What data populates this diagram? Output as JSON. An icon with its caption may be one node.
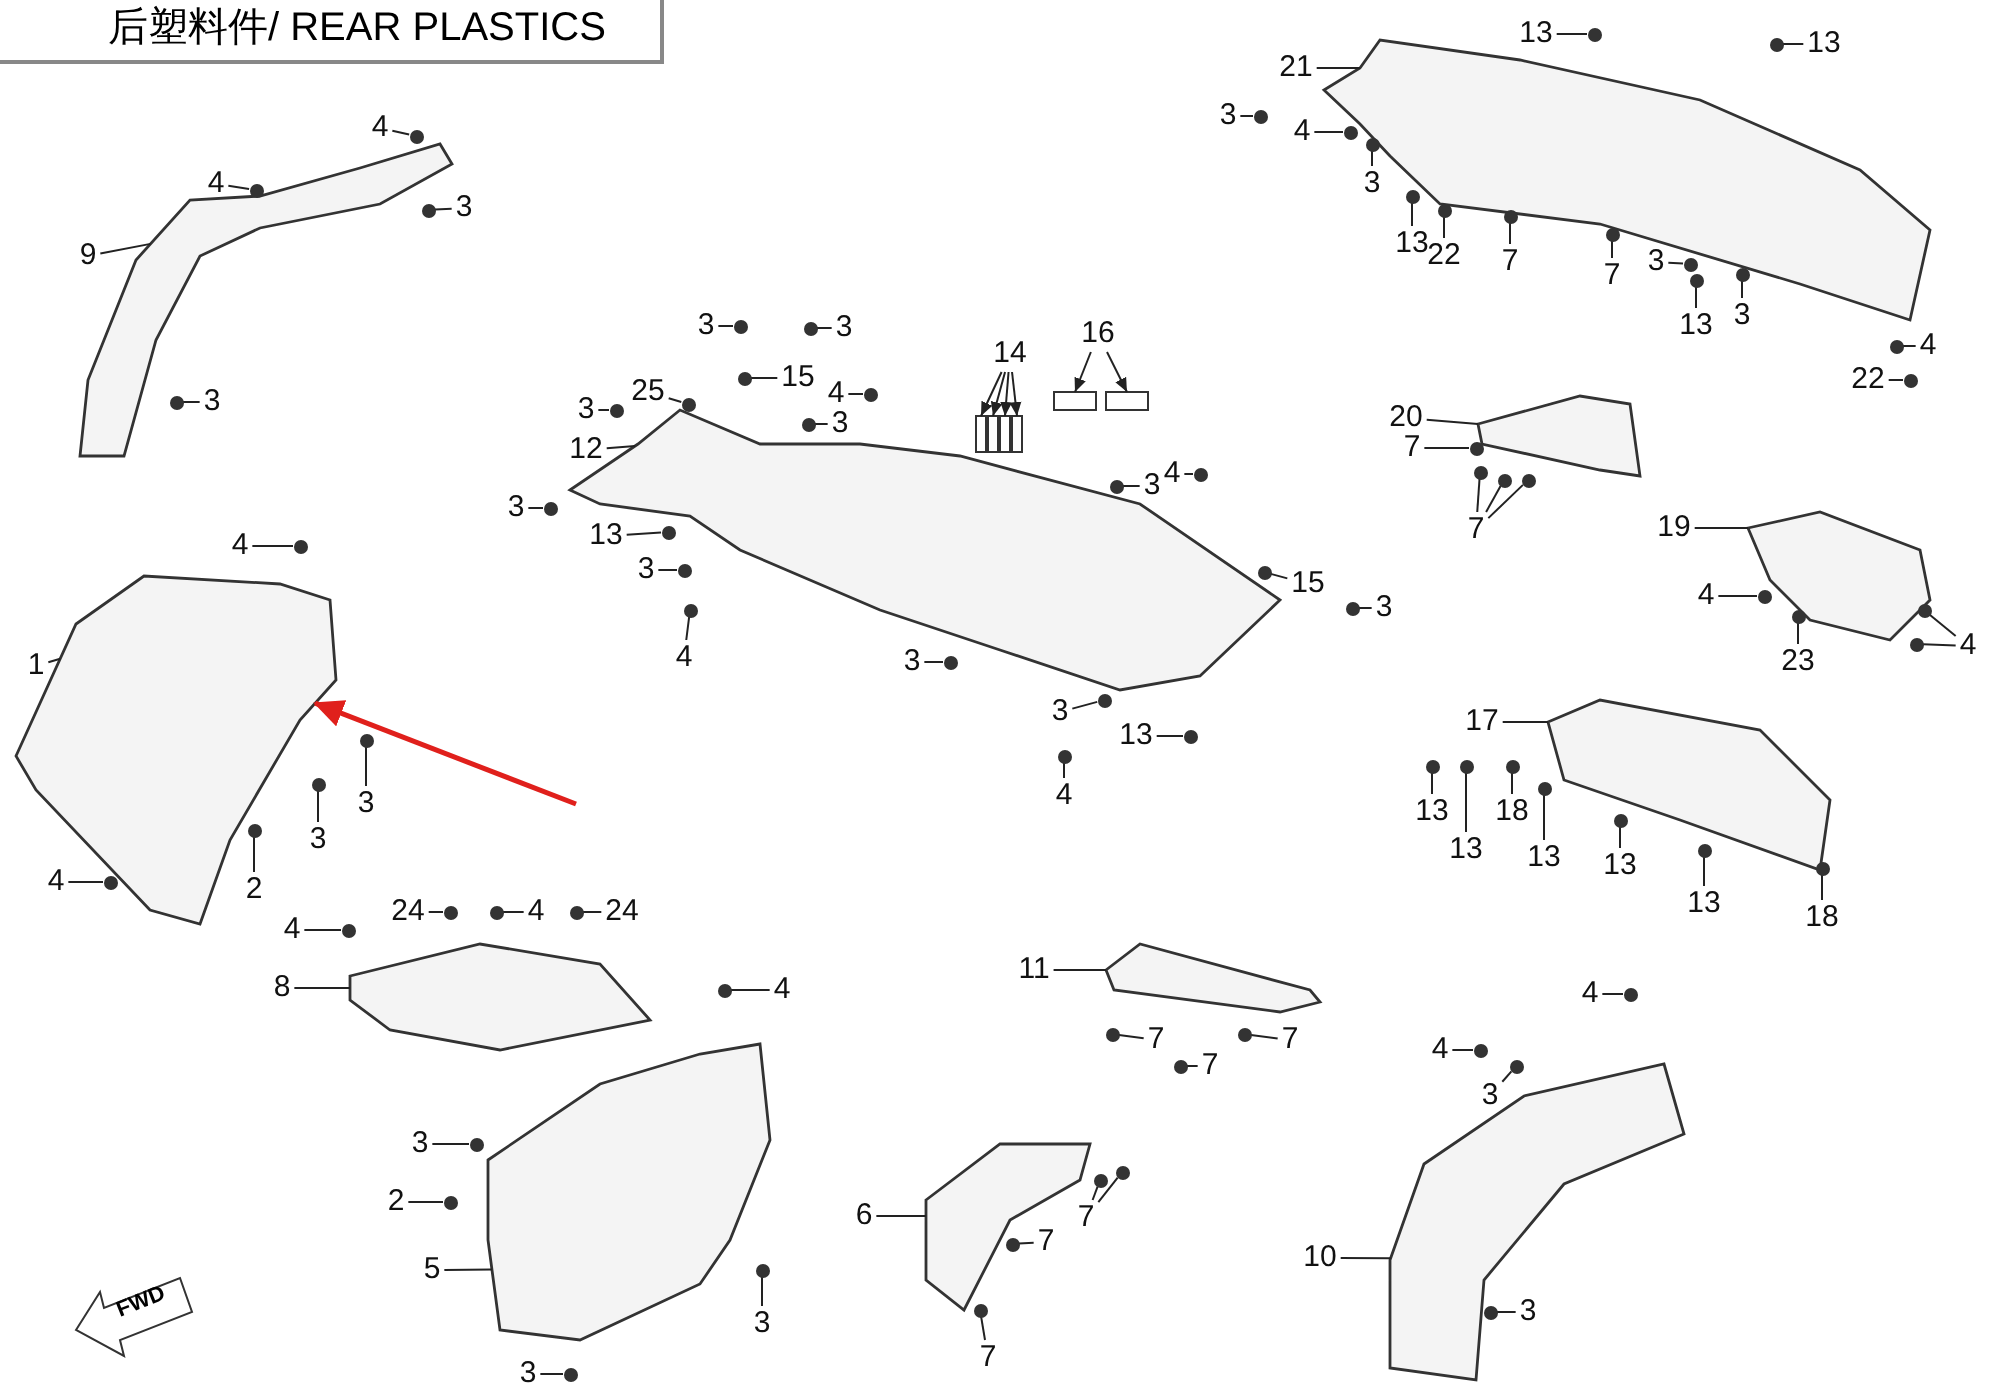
{
  "diagram": {
    "title": "后塑料件/ REAR PLASTICS",
    "nodes": [
      {
        "text": [
          "4"
        ]
      },
      {
        "text": [
          "4"
        ]
      },
      {
        "text": [
          "3"
        ]
      },
      {
        "text": [
          "9"
        ]
      },
      {
        "text": [
          "3"
        ]
      },
      {
        "text": [
          "4"
        ]
      },
      {
        "text": [
          "1"
        ]
      },
      {
        "text": [
          "3"
        ]
      },
      {
        "text": [
          "3"
        ]
      },
      {
        "text": [
          "2"
        ]
      },
      {
        "text": [
          "4"
        ]
      },
      {
        "text": [
          "3"
        ]
      },
      {
        "text": [
          "3"
        ]
      },
      {
        "text": [
          "25"
        ]
      },
      {
        "text": [
          "15"
        ]
      },
      {
        "text": [
          "4"
        ]
      },
      {
        "text": [
          "3"
        ]
      },
      {
        "text": [
          "3"
        ]
      },
      {
        "text": [
          "12"
        ]
      },
      {
        "text": [
          "14"
        ]
      },
      {
        "text": [
          "16"
        ]
      },
      {
        "text": [
          "3"
        ]
      },
      {
        "text": [
          "4"
        ]
      },
      {
        "text": [
          "3"
        ]
      },
      {
        "text": [
          "13"
        ]
      },
      {
        "text": [
          "3"
        ]
      },
      {
        "text": [
          "4"
        ]
      },
      {
        "text": [
          "15"
        ]
      },
      {
        "text": [
          "3"
        ]
      },
      {
        "text": [
          "3"
        ]
      },
      {
        "text": [
          "3"
        ]
      },
      {
        "text": [
          "13"
        ]
      },
      {
        "text": [
          "4"
        ]
      },
      {
        "text": [
          "13"
        ]
      },
      {
        "text": [
          "13"
        ]
      },
      {
        "text": [
          "21"
        ]
      },
      {
        "text": [
          "3"
        ]
      },
      {
        "text": [
          "4"
        ]
      },
      {
        "text": [
          "3"
        ]
      },
      {
        "text": [
          "13"
        ]
      },
      {
        "text": [
          "22"
        ]
      },
      {
        "text": [
          "7"
        ]
      },
      {
        "text": [
          "7"
        ]
      },
      {
        "text": [
          "3"
        ]
      },
      {
        "text": [
          "13"
        ]
      },
      {
        "text": [
          "3"
        ]
      },
      {
        "text": [
          "4"
        ]
      },
      {
        "text": [
          "22"
        ]
      },
      {
        "text": [
          "20"
        ]
      },
      {
        "text": [
          "7"
        ]
      },
      {
        "text": [
          "7"
        ]
      },
      {
        "text": [
          "19"
        ]
      },
      {
        "text": [
          "4"
        ]
      },
      {
        "text": [
          "23"
        ]
      },
      {
        "text": [
          "4"
        ]
      },
      {
        "text": [
          "17"
        ]
      },
      {
        "text": [
          "13"
        ]
      },
      {
        "text": [
          "13"
        ]
      },
      {
        "text": [
          "18"
        ]
      },
      {
        "text": [
          "13"
        ]
      },
      {
        "text": [
          "13"
        ]
      },
      {
        "text": [
          "13"
        ]
      },
      {
        "text": [
          "18"
        ]
      },
      {
        "text": [
          "4"
        ]
      },
      {
        "text": [
          "24"
        ]
      },
      {
        "text": [
          "4"
        ]
      },
      {
        "text": [
          "24"
        ]
      },
      {
        "text": [
          "8"
        ]
      },
      {
        "text": [
          "4"
        ]
      },
      {
        "text": [
          "3"
        ]
      },
      {
        "text": [
          "2"
        ]
      },
      {
        "text": [
          "5"
        ]
      },
      {
        "text": [
          "3"
        ]
      },
      {
        "text": [
          "3"
        ]
      },
      {
        "text": [
          "11"
        ]
      },
      {
        "text": [
          "7"
        ]
      },
      {
        "text": [
          "7"
        ]
      },
      {
        "text": [
          "7"
        ]
      },
      {
        "text": [
          "6"
        ]
      },
      {
        "text": [
          "7"
        ]
      },
      {
        "text": [
          "7"
        ]
      },
      {
        "text": [
          "7"
        ]
      },
      {
        "text": [
          "4"
        ]
      },
      {
        "text": [
          "4"
        ]
      },
      {
        "text": [
          "3"
        ]
      },
      {
        "text": [
          "10"
        ]
      },
      {
        "text": [
          "3"
        ]
      },
      {
        "text": [],
        "shape": "picture"
      },
      {
        "text": [],
        "shape": "picture"
      },
      {
        "text": [],
        "shape": "picture"
      },
      {
        "text": [],
        "shape": "picture"
      },
      {
        "text": [],
        "shape": "picture"
      },
      {
        "text": [],
        "shape": "picture"
      },
      {
        "text": [],
        "shape": "picture"
      },
      {
        "text": [],
        "shape": "picture"
      },
      {
        "text": [],
        "shape": "picture"
      },
      {
        "text": [],
        "shape": "picture"
      },
      {
        "text": [],
        "shape": "picture"
      },
      {
        "text": [],
        "shape": "picture"
      },
      {
        "text": [],
        "shape": "box"
      },
      {
        "text": [],
        "shape": "box"
      },
      {
        "text": [],
        "shape": "box"
      },
      {
        "text": [],
        "shape": "box"
      },
      {
        "text": [],
        "shape": "box"
      },
      {
        "text": [],
        "shape": "box"
      },
      {
        "text": [],
        "shape": "circle"
      },
      {
        "text": [],
        "shape": "circle"
      },
      {
        "text": [],
        "shape": "circle"
      },
      {
        "text": [],
        "shape": "circle"
      },
      {
        "text": [],
        "shape": "circle"
      },
      {
        "text": [],
        "shape": "circle"
      },
      {
        "text": [],
        "shape": "circle"
      },
      {
        "text": [],
        "shape": "circle"
      },
      {
        "text": [],
        "shape": "circle"
      },
      {
        "text": [],
        "shape": "circle"
      },
      {
        "text": [],
        "shape": "circle"
      },
      {
        "text": [],
        "shape": "circle"
      },
      {
        "text": [],
        "shape": "circle"
      },
      {
        "text": [],
        "shape": "circle"
      },
      {
        "text": [],
        "shape": "circle"
      },
      {
        "text": [],
        "shape": "circle"
      },
      {
        "text": [],
        "shape": "circle"
      },
      {
        "text": [],
        "shape": "circle"
      },
      {
        "text": [],
        "shape": "circle"
      },
      {
        "text": [],
        "shape": "circle"
      },
      {
        "text": [],
        "shape": "circle"
      },
      {
        "text": [],
        "shape": "circle"
      },
      {
        "text": [],
        "shape": "circle"
      },
      {
        "text": [],
        "shape": "circle"
      },
      {
        "text": [],
        "shape": "circle"
      },
      {
        "text": [],
        "shape": "circle"
      },
      {
        "text": [],
        "shape": "circle"
      },
      {
        "text": [],
        "shape": "circle"
      },
      {
        "text": [],
        "shape": "circle"
      },
      {
        "text": [],
        "shape": "circle"
      },
      {
        "text": [],
        "shape": "circle"
      },
      {
        "text": [],
        "shape": "circle"
      },
      {
        "text": [],
        "shape": "circle"
      },
      {
        "text": [],
        "shape": "circle"
      },
      {
        "text": [],
        "shape": "circle"
      },
      {
        "text": [],
        "shape": "circle"
      },
      {
        "text": [],
        "shape": "circle"
      },
      {
        "text": [],
        "shape": "circle"
      },
      {
        "text": [],
        "shape": "circle"
      },
      {
        "text": [],
        "shape": "circle"
      },
      {
        "text": [],
        "shape": "circle"
      },
      {
        "text": [],
        "shape": "circle"
      },
      {
        "text": [],
        "shape": "circle"
      },
      {
        "text": [],
        "shape": "circle"
      },
      {
        "text": [],
        "shape": "circle"
      },
      {
        "text": [],
        "shape": "circle"
      },
      {
        "text": [],
        "shape": "circle"
      },
      {
        "text": [],
        "shape": "circle"
      },
      {
        "text": [],
        "shape": "circle"
      },
      {
        "text": [],
        "shape": "circle"
      },
      {
        "text": [],
        "shape": "circle"
      },
      {
        "text": [],
        "shape": "circle"
      },
      {
        "text": [],
        "shape": "circle"
      },
      {
        "text": [],
        "shape": "circle"
      },
      {
        "text": [],
        "shape": "circle"
      },
      {
        "text": [],
        "shape": "circle"
      },
      {
        "text": [],
        "shape": "circle"
      },
      {
        "text": [],
        "shape": "circle"
      },
      {
        "text": [],
        "shape": "circle"
      },
      {
        "text": [],
        "shape": "circle"
      },
      {
        "text": [],
        "shape": "circle"
      },
      {
        "text": [],
        "shape": "circle"
      },
      {
        "text": [],
        "shape": "circle"
      },
      {
        "text": [],
        "shape": "circle"
      },
      {
        "text": [],
        "shape": "circle"
      },
      {
        "text": [],
        "shape": "circle"
      },
      {
        "text": [],
        "shape": "circle"
      },
      {
        "text": [],
        "shape": "circle"
      },
      {
        "text": [],
        "shape": "circle"
      },
      {
        "text": [],
        "shape": "circle"
      },
      {
        "text": [],
        "shape": "circle"
      },
      {
        "text": [],
        "shape": "circle"
      },
      {
        "text": [],
        "shape": "circle"
      },
      {
        "text": [],
        "shape": "circle"
      },
      {
        "text": [],
        "shape": "circle"
      },
      {
        "text": [],
        "shape": "circle"
      },
      {
        "text": [],
        "shape": "circle"
      }
    ],
    "edges": [
      {
        "from": 0,
        "to": 105,
        "arrow": "none"
      },
      {
        "from": 1,
        "to": 106,
        "arrow": "none"
      },
      {
        "from": 2,
        "to": 107,
        "arrow": "none"
      },
      {
        "from": 3,
        "to": 87,
        "arrow": "none"
      },
      {
        "from": 4,
        "to": 108,
        "arrow": "none"
      },
      {
        "from": 5,
        "to": 109,
        "arrow": "none"
      },
      {
        "from": 6,
        "to": 88,
        "arrow": "none"
      },
      {
        "from": 7,
        "to": 110,
        "arrow": "none"
      },
      {
        "from": 8,
        "to": 111,
        "arrow": "none"
      },
      {
        "from": 9,
        "to": 112,
        "arrow": "none"
      },
      {
        "from": 10,
        "to": 113,
        "arrow": "none"
      },
      {
        "from": 11,
        "to": 114,
        "arrow": "none"
      },
      {
        "from": 12,
        "to": 115,
        "arrow": "none"
      },
      {
        "from": 13,
        "to": 116,
        "arrow": "none"
      },
      {
        "from": 14,
        "to": 117,
        "arrow": "none"
      },
      {
        "from": 15,
        "to": 118,
        "arrow": "none"
      },
      {
        "from": 16,
        "to": 119,
        "arrow": "none"
      },
      {
        "from": 17,
        "to": 120,
        "arrow": "none"
      },
      {
        "from": 18,
        "to": 89,
        "arrow": "none"
      },
      {
        "from": 19,
        "to": 99,
        "arrow": "to"
      },
      {
        "from": 19,
        "to": 100,
        "arrow": "to"
      },
      {
        "from": 19,
        "to": 101,
        "arrow": "to"
      },
      {
        "from": 19,
        "to": 102,
        "arrow": "to"
      },
      {
        "from": 20,
        "to": 103,
        "arrow": "to"
      },
      {
        "from": 20,
        "to": 104,
        "arrow": "to"
      },
      {
        "from": 21,
        "to": 121,
        "arrow": "none"
      },
      {
        "from": 22,
        "to": 122,
        "arrow": "none"
      },
      {
        "from": 23,
        "to": 123,
        "arrow": "none"
      },
      {
        "from": 24,
        "to": 124,
        "arrow": "none"
      },
      {
        "from": 25,
        "to": 125,
        "arrow": "none"
      },
      {
        "from": 26,
        "to": 126,
        "arrow": "none"
      },
      {
        "from": 27,
        "to": 127,
        "arrow": "none"
      },
      {
        "from": 28,
        "to": 128,
        "arrow": "none"
      },
      {
        "from": 29,
        "to": 129,
        "arrow": "none"
      },
      {
        "from": 30,
        "to": 130,
        "arrow": "none"
      },
      {
        "from": 31,
        "to": 131,
        "arrow": "none"
      },
      {
        "from": 32,
        "to": 132,
        "arrow": "none"
      },
      {
        "from": 33,
        "to": 133,
        "arrow": "none"
      },
      {
        "from": 34,
        "to": 134,
        "arrow": "none"
      },
      {
        "from": 35,
        "to": 90,
        "arrow": "none"
      },
      {
        "from": 36,
        "to": 135,
        "arrow": "none"
      },
      {
        "from": 37,
        "to": 136,
        "arrow": "none"
      },
      {
        "from": 38,
        "to": 137,
        "arrow": "none"
      },
      {
        "from": 39,
        "to": 138,
        "arrow": "none"
      },
      {
        "from": 40,
        "to": 139,
        "arrow": "none"
      },
      {
        "from": 41,
        "to": 140,
        "arrow": "none"
      },
      {
        "from": 42,
        "to": 141,
        "arrow": "none"
      },
      {
        "from": 43,
        "to": 142,
        "arrow": "none"
      },
      {
        "from": 44,
        "to": 143,
        "arrow": "none"
      },
      {
        "from": 45,
        "to": 144,
        "arrow": "none"
      },
      {
        "from": 46,
        "to": 145,
        "arrow": "none"
      },
      {
        "from": 47,
        "to": 146,
        "arrow": "none"
      },
      {
        "from": 48,
        "to": 91,
        "arrow": "none"
      },
      {
        "from": 49,
        "to": 147,
        "arrow": "none"
      },
      {
        "from": 50,
        "to": 148,
        "arrow": "none"
      },
      {
        "from": 50,
        "to": 149,
        "arrow": "none"
      },
      {
        "from": 50,
        "to": 150,
        "arrow": "none"
      },
      {
        "from": 51,
        "to": 92,
        "arrow": "none"
      },
      {
        "from": 52,
        "to": 151,
        "arrow": "none"
      },
      {
        "from": 53,
        "to": 152,
        "arrow": "none"
      },
      {
        "from": 54,
        "to": 153,
        "arrow": "none"
      },
      {
        "from": 54,
        "to": 154,
        "arrow": "none"
      },
      {
        "from": 55,
        "to": 93,
        "arrow": "none"
      },
      {
        "from": 56,
        "to": 155,
        "arrow": "none"
      },
      {
        "from": 57,
        "to": 156,
        "arrow": "none"
      },
      {
        "from": 58,
        "to": 157,
        "arrow": "none"
      },
      {
        "from": 59,
        "to": 158,
        "arrow": "none"
      },
      {
        "from": 60,
        "to": 159,
        "arrow": "none"
      },
      {
        "from": 61,
        "to": 160,
        "arrow": "none"
      },
      {
        "from": 62,
        "to": 161,
        "arrow": "none"
      },
      {
        "from": 63,
        "to": 162,
        "arrow": "none"
      },
      {
        "from": 64,
        "to": 163,
        "arrow": "none"
      },
      {
        "from": 65,
        "to": 164,
        "arrow": "none"
      },
      {
        "from": 66,
        "to": 165,
        "arrow": "none"
      },
      {
        "from": 67,
        "to": 94,
        "arrow": "none"
      },
      {
        "from": 68,
        "to": 166,
        "arrow": "none"
      },
      {
        "from": 69,
        "to": 167,
        "arrow": "none"
      },
      {
        "from": 70,
        "to": 168,
        "arrow": "none"
      },
      {
        "from": 71,
        "to": 95,
        "arrow": "none"
      },
      {
        "from": 72,
        "to": 169,
        "arrow": "none"
      },
      {
        "from": 73,
        "to": 170,
        "arrow": "none"
      },
      {
        "from": 74,
        "to": 96,
        "arrow": "none"
      },
      {
        "from": 75,
        "to": 171,
        "arrow": "none"
      },
      {
        "from": 76,
        "to": 172,
        "arrow": "none"
      },
      {
        "from": 77,
        "to": 173,
        "arrow": "none"
      },
      {
        "from": 78,
        "to": 97,
        "arrow": "none"
      },
      {
        "from": 79,
        "to": 174,
        "arrow": "none"
      },
      {
        "from": 80,
        "to": 175,
        "arrow": "none"
      },
      {
        "from": 80,
        "to": 176,
        "arrow": "none"
      },
      {
        "from": 81,
        "to": 177,
        "arrow": "none"
      },
      {
        "from": 82,
        "to": 178,
        "arrow": "none"
      },
      {
        "from": 83,
        "to": 179,
        "arrow": "none"
      },
      {
        "from": 84,
        "to": 180,
        "arrow": "none"
      },
      {
        "from": 85,
        "to": 98,
        "arrow": "none"
      },
      {
        "from": 86,
        "to": 181,
        "arrow": "none"
      },
      {
        "from": null,
        "to": 88,
        "arrow": "to",
        "style": "thick",
        "color": "#e0201c"
      }
    ],
    "labels": [
      "FWD"
    ]
  }
}
